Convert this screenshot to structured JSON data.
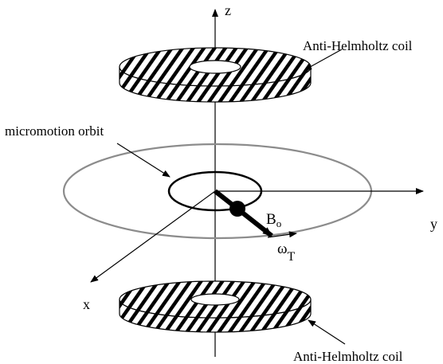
{
  "labels": {
    "z_axis": "z",
    "y_axis": "y",
    "x_axis": "x",
    "coil_top": "Anti-Helmholtz coil",
    "coil_bottom": "Anti-Helmholtz coil",
    "orbit": "micromotion orbit",
    "field_main": "B",
    "field_sub": "o",
    "omega_main": "ω",
    "omega_sub": "T"
  },
  "colors": {
    "line": "#000000",
    "orbit_large": "#8c8c8c",
    "background": "#ffffff"
  }
}
